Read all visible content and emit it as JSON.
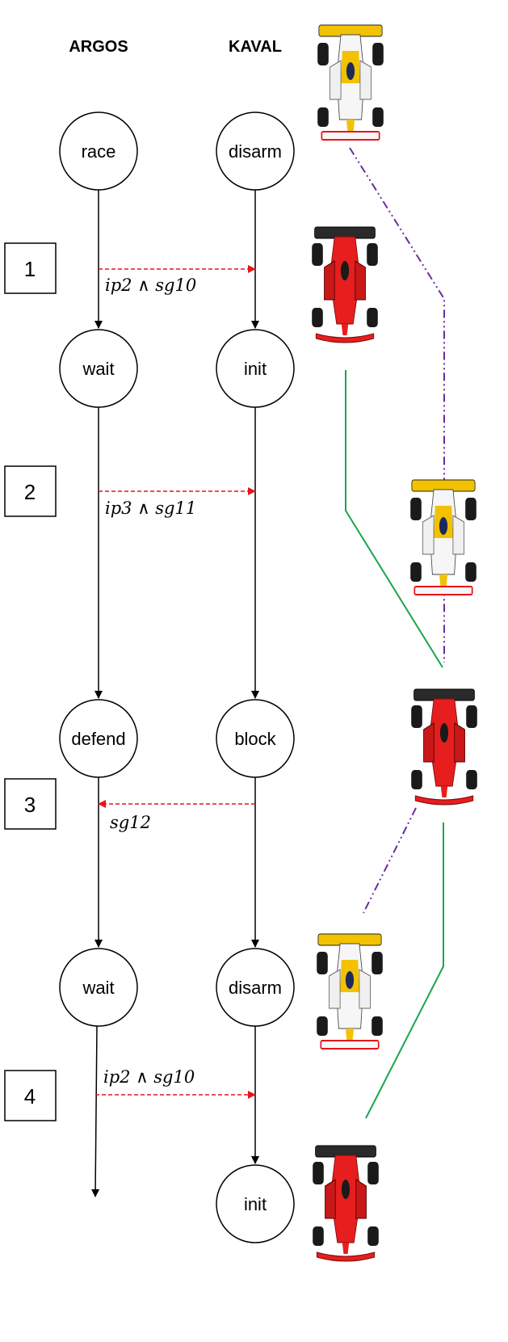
{
  "columns": {
    "left": "ARGOS",
    "right": "KAVAL"
  },
  "states": {
    "left": [
      "race",
      "wait",
      "defend",
      "wait"
    ],
    "right": [
      "disarm",
      "init",
      "block",
      "disarm",
      "init"
    ]
  },
  "steps": [
    "1",
    "2",
    "3",
    "4"
  ],
  "messages": [
    {
      "label": "ip2 ∧ sg10",
      "direction": "right"
    },
    {
      "label": "ip3 ∧ sg11",
      "direction": "right"
    },
    {
      "label": "sg12",
      "direction": "left"
    },
    {
      "label": "ip2 ∧ sg10",
      "direction": "right"
    }
  ],
  "colors": {
    "message_arrow": "#e8141b",
    "argos_track": "#6a2c9e",
    "kaval_track": "#1aa64a",
    "argos_car": "#f2c200",
    "kaval_car": "#e61e1e"
  }
}
